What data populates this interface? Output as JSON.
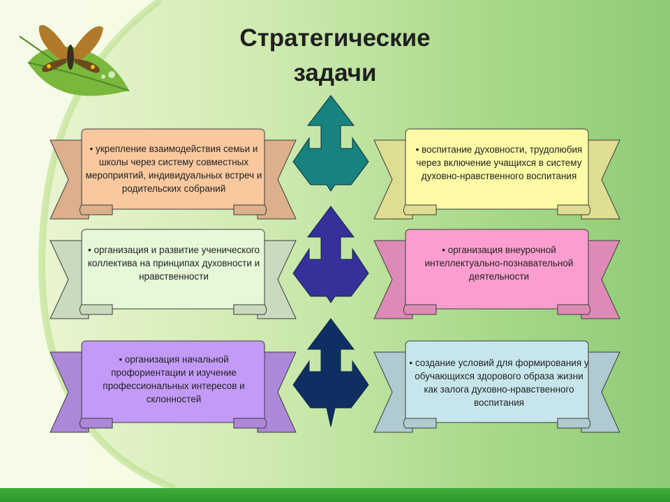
{
  "title": {
    "line1": "Стратегические",
    "line2": "задачи"
  },
  "colors": {
    "peach": "#f9c89e",
    "light_green": "#e5f8d8",
    "lavender": "#c39af7",
    "yellow": "#fdfba6",
    "pink": "#fb9ecf",
    "light_cyan": "#c7e6ec",
    "arrow_teal": "#16837f",
    "arrow_indigo": "#36309a",
    "arrow_navy": "#0f2f63"
  },
  "tasks": {
    "left": [
      {
        "text": "• укрепление взаимодействия семьи и школы через систему совместных мероприятий, индивидуальных встреч и родительских собраний",
        "color": "peach"
      },
      {
        "text": "• организация и развитие ученического коллектива на принципах духовности и нравственности",
        "color": "light_green"
      },
      {
        "text": "• организация начальной профориентации и изучение профессиональных интересов и склонностей",
        "color": "lavender"
      }
    ],
    "right": [
      {
        "text": "• воспитание духовности, трудолюбия через включение учащихся в систему духовно-нравственного воспитания",
        "color": "yellow"
      },
      {
        "text": "• организация внеурочной интеллектуально-познавательной деятельности",
        "color": "pink"
      },
      {
        "text": "• создание условий для формирования у обучающихся здорового образа жизни как залога духовно-нравственного воспитания",
        "color": "light_cyan"
      }
    ]
  },
  "decoration": {
    "butterfly_icon": "butterfly-on-leaf",
    "arrow_icon": "up-arrow"
  }
}
